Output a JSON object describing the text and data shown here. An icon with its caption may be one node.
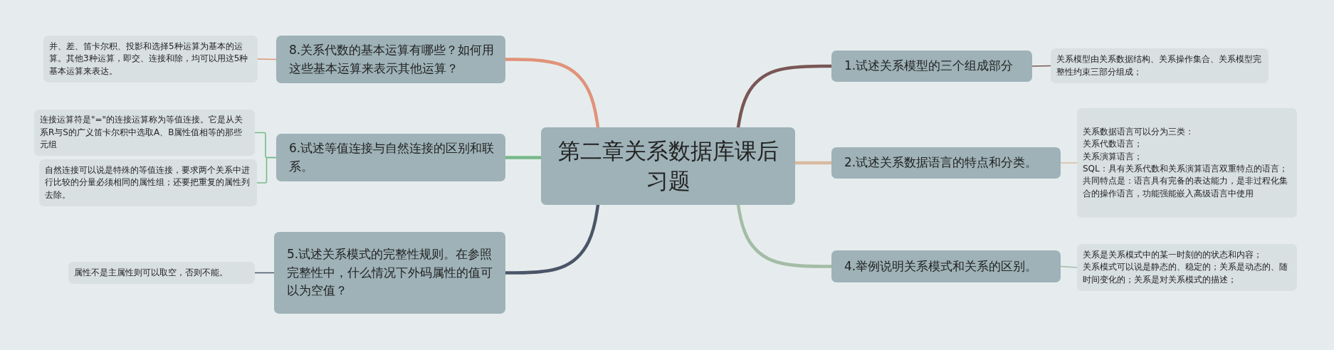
{
  "diagram": {
    "nodes": [
      {
        "text": [
          "第二章关系数据库课后习题"
        ]
      },
      {
        "text": [
          "8.关系代数的基本运算有哪些？如何用这些基本运算来表示其他运算？"
        ]
      },
      {
        "text": [
          "并、差、笛卡尔积、投影和选择5种运算为基本的运算。其他3种运算，即交、连接和除，均可以用这5种基本运算来表达。"
        ]
      },
      {
        "text": [
          "6.试述等值连接与自然连接的区别和联系。"
        ]
      },
      {
        "text": [
          "连接运算符是\"=\"的连接运算称为等值连接。它是从关系R与S的广义笛卡尔积中选取A、B属性值相等的那些元组"
        ]
      },
      {
        "text": [
          "自然连接可以说是特殊的等值连接，要求两个关系中进行比较的分量必须相同的属性组；还要把重复的属性列去除。"
        ]
      },
      {
        "text": [
          "5.试述关系模式的完整性规则。在参照完整性中，什么情况下外码属性的值可以为空值？"
        ]
      },
      {
        "text": [
          "属性不是主属性则可以取空，否则不能。"
        ]
      },
      {
        "text": [
          "1.试述关系模型的三个组成部分"
        ]
      },
      {
        "text": [
          "关系模型由关系数据结构、关系操作集合、关系模型完整性约束三部分组成；"
        ]
      },
      {
        "text": [
          "2.试述关系数据语言的特点和分类。"
        ]
      },
      {
        "text": [
          "关系数据语言可以分为三类：",
          "关系代数语言；",
          "关系演算语言；",
          "SQL：具有关系代数和关系演算语言双重特点的语言；",
          "共同特点是：语言具有完备的表达能力，是非过程化集合的操作语言，功能强能嵌入高级语言中使用"
        ]
      },
      {
        "text": [
          "4.举例说明关系模式和关系的区别。"
        ]
      },
      {
        "text": [
          "关系是关系模式中的某一时刻的的状态和内容；",
          "关系模式可以说是静态的、稳定的；关系是动态的、随时间变化的；关系是对关系模式的描述；"
        ]
      }
    ],
    "edges": [
      {
        "from": 0,
        "to": 1,
        "arrow": "none",
        "style": "thick",
        "color": "#e0937a"
      },
      {
        "from": 1,
        "to": 2,
        "arrow": "none",
        "color": "#e0937a"
      },
      {
        "from": 0,
        "to": 3,
        "arrow": "none",
        "style": "thick",
        "color": "#78b98a"
      },
      {
        "from": 3,
        "to": 4,
        "arrow": "none",
        "color": "#78b98a"
      },
      {
        "from": 3,
        "to": 5,
        "arrow": "none",
        "color": "#78b98a"
      },
      {
        "from": 0,
        "to": 6,
        "arrow": "none",
        "style": "thick",
        "color": "#4b5568"
      },
      {
        "from": 6,
        "to": 7,
        "arrow": "none",
        "color": "#4b5568"
      },
      {
        "from": 0,
        "to": 8,
        "arrow": "none",
        "style": "thick",
        "color": "#7a5656"
      },
      {
        "from": 8,
        "to": 9,
        "arrow": "none",
        "color": "#7a5656"
      },
      {
        "from": 0,
        "to": 10,
        "arrow": "none",
        "style": "thick",
        "color": "#d9b9a0"
      },
      {
        "from": 10,
        "to": 11,
        "arrow": "none",
        "color": "#d9b9a0"
      },
      {
        "from": 0,
        "to": 12,
        "arrow": "none",
        "style": "thick",
        "color": "#a3bca6"
      },
      {
        "from": 12,
        "to": 13,
        "arrow": "none",
        "color": "#a3bca6"
      }
    ]
  }
}
